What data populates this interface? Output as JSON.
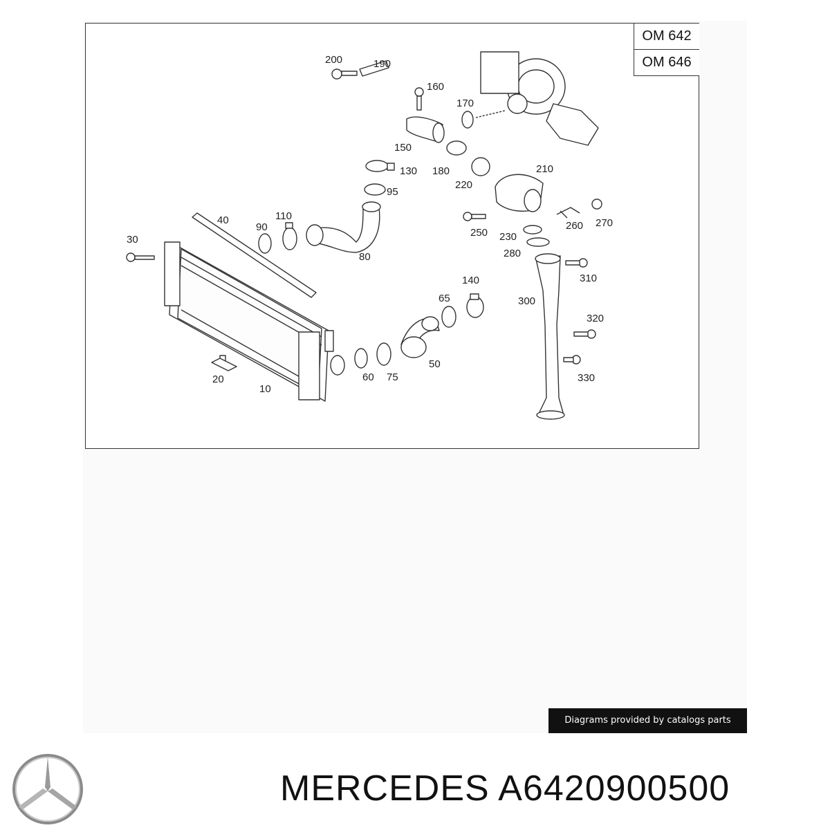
{
  "engine_variants": [
    "OM 642",
    "OM 646"
  ],
  "part_labels": {
    "p10": "10",
    "p20": "20",
    "p30": "30",
    "p40": "40",
    "p50": "50",
    "p60": "60",
    "p65": "65",
    "p75": "75",
    "p80": "80",
    "p90": "90",
    "p95": "95",
    "p110": "110",
    "p130": "130",
    "p140": "140",
    "p150": "150",
    "p160": "160",
    "p170": "170",
    "p180": "180",
    "p190": "190",
    "p200": "200",
    "p210": "210",
    "p220": "220",
    "p230": "230",
    "p250": "250",
    "p260": "260",
    "p270": "270",
    "p280": "280",
    "p300": "300",
    "p310": "310",
    "p320": "320",
    "p330": "330"
  },
  "credit_text": "Diagrams provided by catalogs parts",
  "brand_title": "MERCEDES A6420900500",
  "logo_icon": "mercedes-star-icon"
}
